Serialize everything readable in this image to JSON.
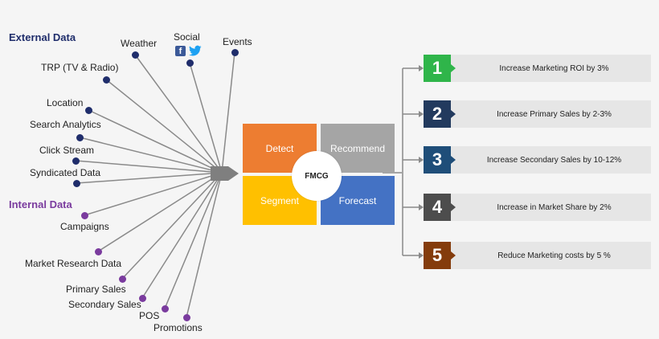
{
  "external": {
    "header": "External Data",
    "color": "#1f2d6b",
    "sources": {
      "weather": "Weather",
      "social": "Social",
      "events": "Events",
      "trp": "TRP (TV & Radio)",
      "location": "Location",
      "search": "Search Analytics",
      "click": "Click Stream",
      "syndicated": "Syndicated Data"
    }
  },
  "internal": {
    "header": "Internal Data",
    "color": "#7a3b9e",
    "sources": {
      "campaigns": "Campaigns",
      "market_research": "Market Research Data",
      "primary_sales": "Primary Sales",
      "secondary_sales": "Secondary Sales",
      "pos": "POS",
      "promotions": "Promotions"
    }
  },
  "social_icons": [
    "facebook-icon",
    "twitter-icon"
  ],
  "fmcg": {
    "center": "FMCG",
    "detect": "Detect",
    "recommend": "Recommend",
    "segment": "Segment",
    "forecast": "Forecast",
    "colors": {
      "detect": "#ed7d31",
      "recommend": "#a5a5a5",
      "segment": "#ffc000",
      "forecast": "#4472c4"
    }
  },
  "outcomes": [
    {
      "num": "1",
      "text": "Increase Marketing ROI by 3%",
      "color": "#2fb54a"
    },
    {
      "num": "2",
      "text": "Increase  Primary Sales by 2-3%",
      "color": "#223a5e"
    },
    {
      "num": "3",
      "text": "Increase Secondary Sales by 10-12%",
      "color": "#1f4e79"
    },
    {
      "num": "4",
      "text": "Increase in Market Share by 2%",
      "color": "#4d4d4d"
    },
    {
      "num": "5",
      "text": "Reduce Marketing costs by 5 %",
      "color": "#843c0c"
    }
  ]
}
